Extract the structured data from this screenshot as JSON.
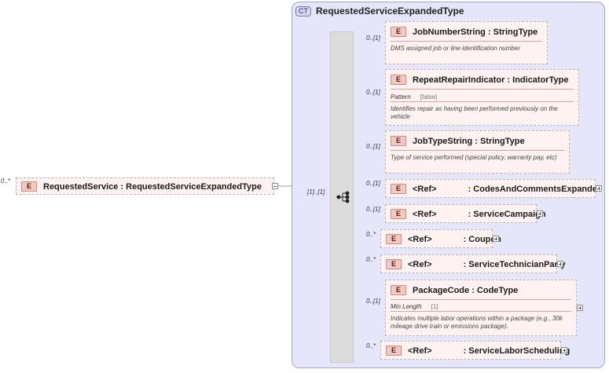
{
  "diagram": {
    "complex_type": {
      "badge": "CT",
      "title": "RequestedServiceExpandedType"
    },
    "root": {
      "cardinality": "0..*",
      "badge": "E",
      "label": "RequestedService : RequestedServiceExpandedType",
      "sequence_cardinality": "[1]..[1]"
    },
    "children": [
      {
        "cardinality": "0..[1]",
        "badge": "E",
        "label": "JobNumberString : StringType",
        "description": "DMS assigned job or line identification number"
      },
      {
        "cardinality": "0..[1]",
        "badge": "E",
        "label": "RepeatRepairIndicator : IndicatorType",
        "facet_name": "Pattern",
        "facet_value": "[false]",
        "description": "Identifies repair as having been performed previously on the vehicle"
      },
      {
        "cardinality": "0..[1]",
        "badge": "E",
        "label": "JobTypeString : StringType",
        "description": "Type of service performed (special policy, warranty pay, etc)"
      },
      {
        "cardinality": "0..[1]",
        "badge": "E",
        "ref": "<Ref>",
        "label": ": CodesAndCommentsExpanded"
      },
      {
        "cardinality": "0..[1]",
        "badge": "E",
        "ref": "<Ref>",
        "label": ": ServiceCampaign"
      },
      {
        "cardinality": "0..*",
        "badge": "E",
        "ref": "<Ref>",
        "label": ": Coupon"
      },
      {
        "cardinality": "0..*",
        "badge": "E",
        "ref": "<Ref>",
        "label": ": ServiceTechnicianParty"
      },
      {
        "cardinality": "0..[1]",
        "badge": "E",
        "label": "PackageCode : CodeType",
        "facet_name": "Min Length",
        "facet_value": "[1]",
        "description": "Indicates multiple labor operations within a package (e.g., 30k mileage drive train or emissions package)."
      },
      {
        "cardinality": "0..*",
        "badge": "E",
        "ref": "<Ref>",
        "label": ": ServiceLaborScheduling"
      }
    ]
  }
}
